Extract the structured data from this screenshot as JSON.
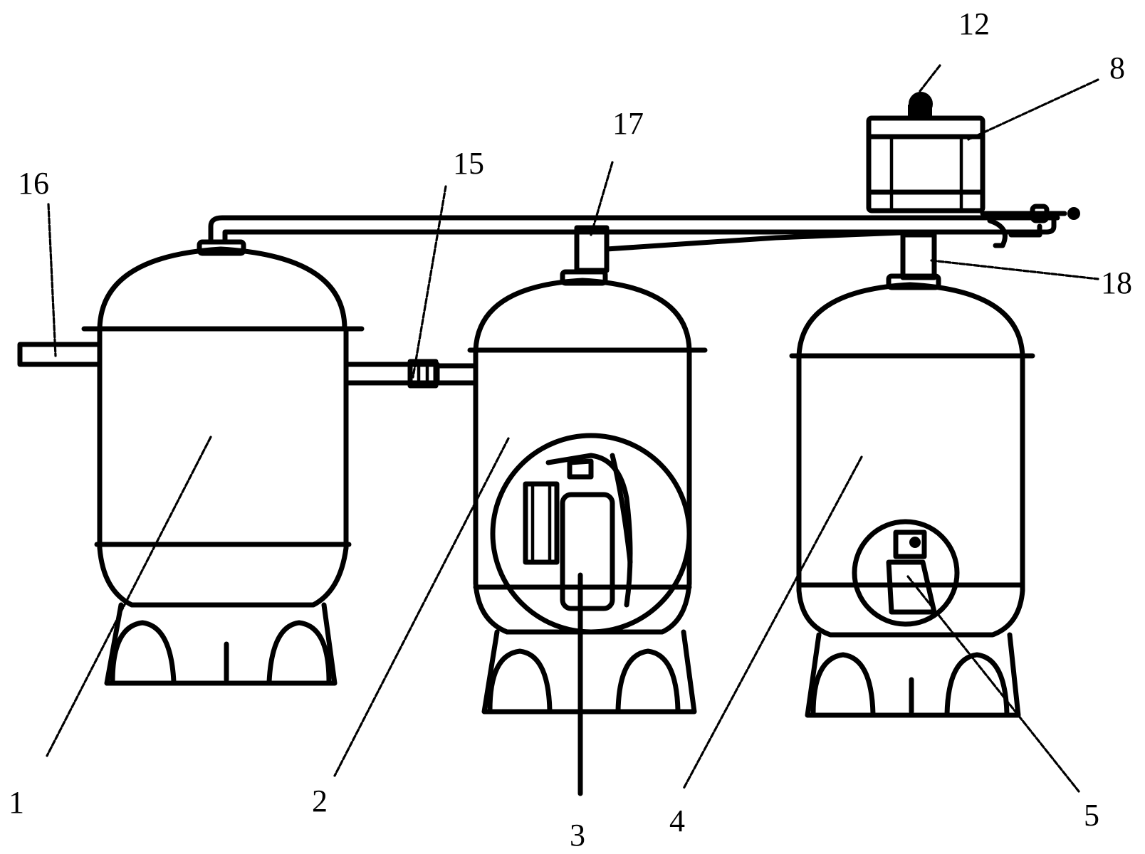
{
  "callouts": {
    "c1": "1",
    "c2": "2",
    "c3": "3",
    "c4": "4",
    "c5": "5",
    "c8": "8",
    "c12": "12",
    "c15": "15",
    "c16": "16",
    "c17": "17",
    "c18": "18"
  },
  "colors": {
    "ink": "#000000",
    "background": "#ffffff"
  }
}
